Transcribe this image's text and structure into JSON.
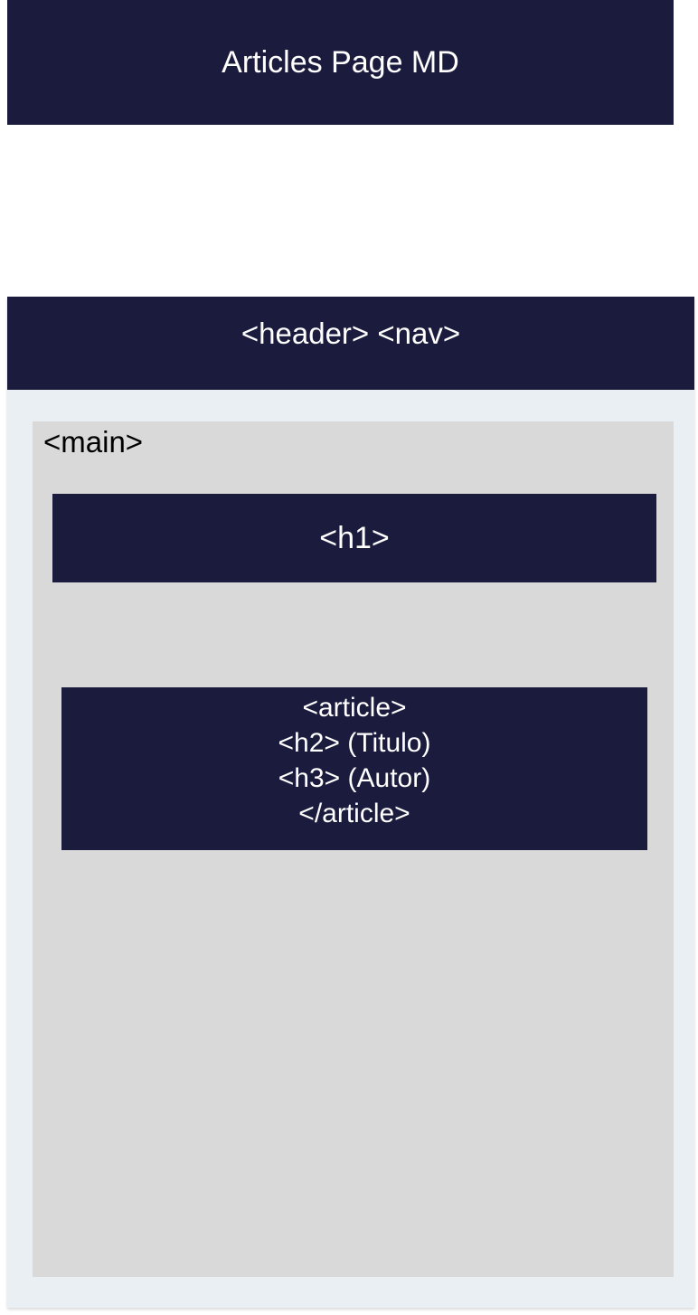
{
  "title": "Articles Page MD",
  "frame": {
    "header_label": "<header> <nav>",
    "main_label": "<main>",
    "h1_label": "<h1>",
    "article_lines": [
      "<article>",
      "<h2> (Titulo)",
      "<h3> (Autor)",
      "</article>"
    ]
  },
  "colors": {
    "navy": "#1b1b3e",
    "frame_bg": "#eaeff3",
    "main_bg": "#d9d9d9"
  }
}
